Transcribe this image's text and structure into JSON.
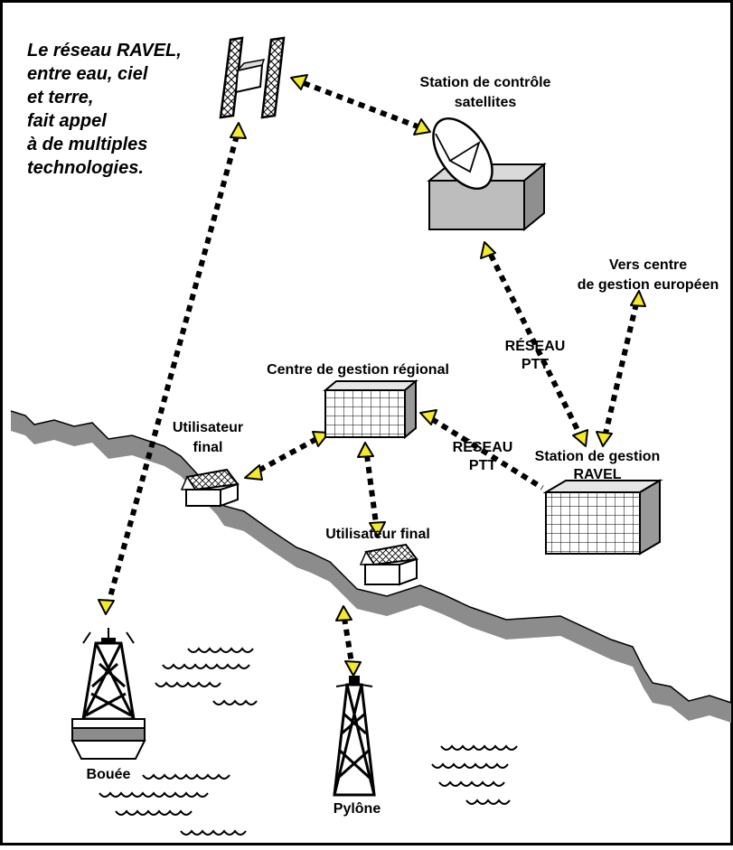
{
  "caption": [
    "Le réseau RAVEL,",
    "entre eau, ciel",
    "et terre,",
    "fait appel",
    "à de multiples",
    "technologies."
  ],
  "labels": {
    "satellite_station": [
      "Station de contrôle",
      "satellites"
    ],
    "european_center": [
      "Vers centre",
      "de gestion européen"
    ],
    "regional_center": "Centre de gestion régional",
    "network_ptt_1": [
      "RÉSEAU",
      "PTT"
    ],
    "network_ptt_2": [
      "RÉSEAU",
      "PTT"
    ],
    "ravel_station": [
      "Station de gestion",
      "RAVEL"
    ],
    "end_user_1": [
      "Utilisateur",
      "final"
    ],
    "end_user_2": "Utilisateur final",
    "buoy": "Bouée",
    "pylon": "Pylône"
  },
  "icons": [
    "satellite-icon",
    "satellite-dish-icon",
    "regional-center-building-icon",
    "ravel-station-building-icon",
    "house-icon",
    "buoy-icon",
    "pylon-icon",
    "water-waves-icon"
  ],
  "colors": {
    "arrowhead": "#f4ea2a",
    "river_shadow": "#8c8c8c",
    "dish_station": "#bdbdbd",
    "building_side": "#999999",
    "border": "#000000"
  }
}
